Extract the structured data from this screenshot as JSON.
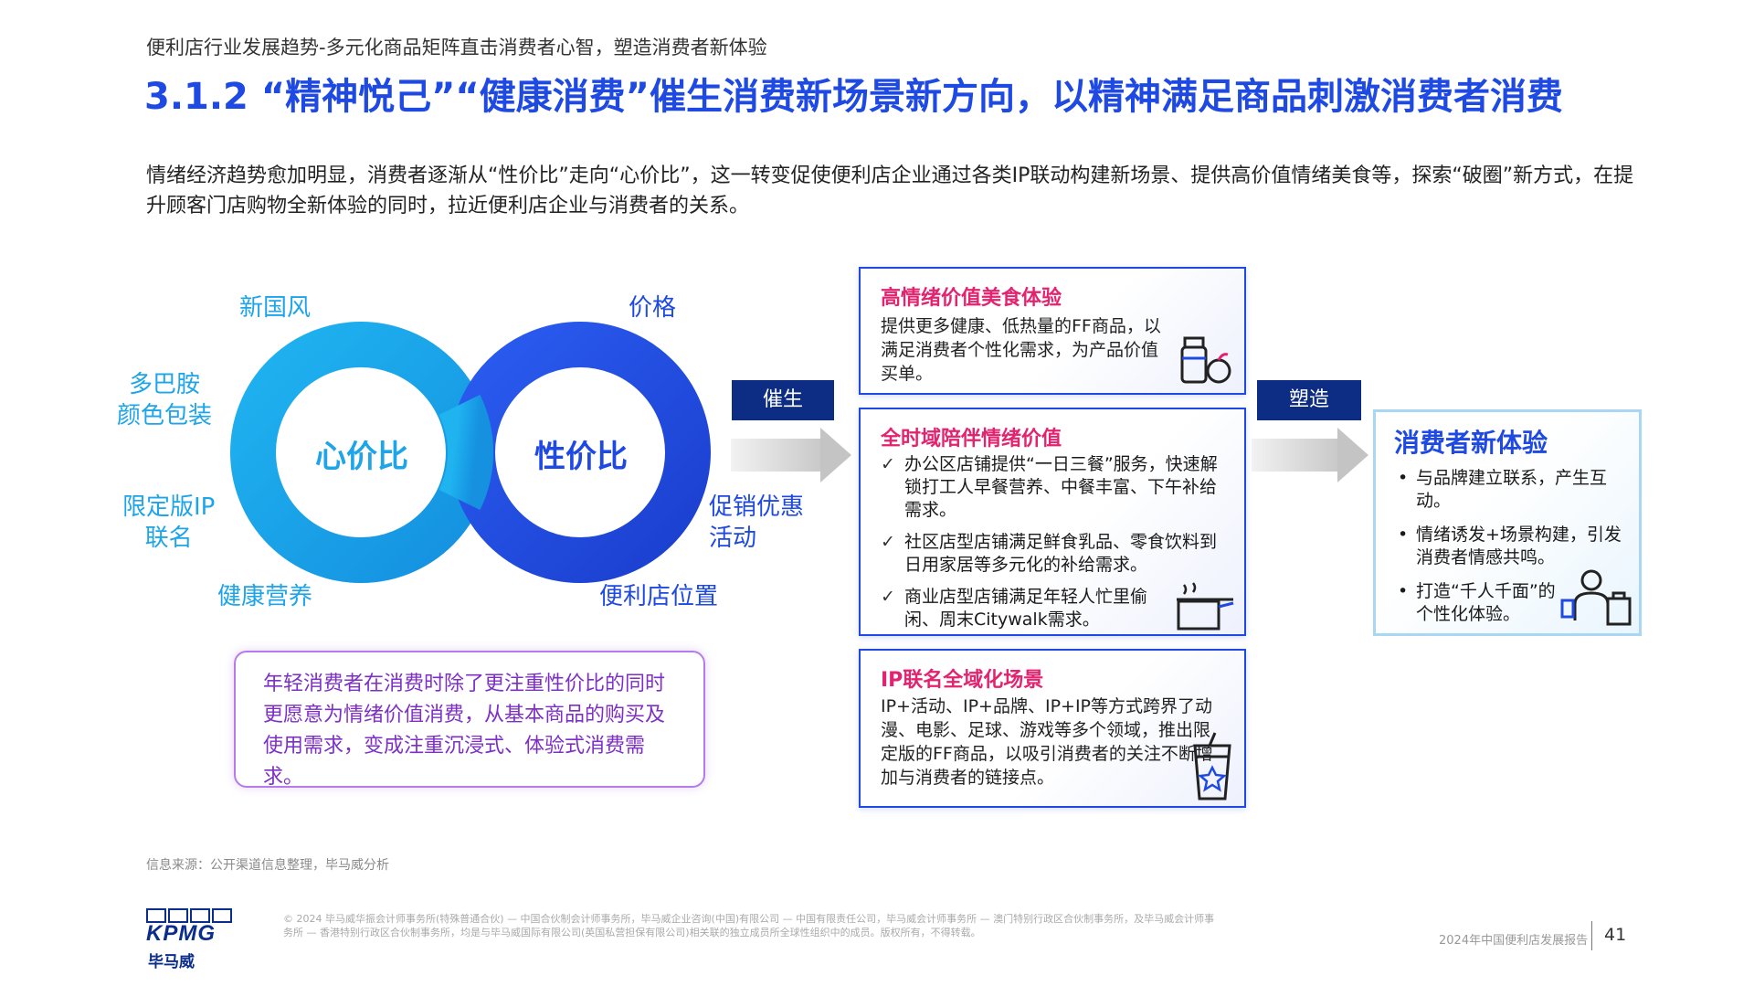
{
  "header": {
    "section": "便利店行业发展趋势-多元化商品矩阵直击消费者心智，塑造消费者新体验",
    "title": "3.1.2 “精神悦己”“健康消费”催生消费新场景新方向，以精神满足商品刺激消费者消费",
    "intro": "情绪经济趋势愈加明显，消费者逐渐从“性价比”走向“心价比”，这一转变促使便利店企业通过各类IP联动构建新场景、提供高价值情绪美食等，探索“破圈”新方式，在提升顾客门店购物全新体验的同时，拉近便利店企业与消费者的关系。"
  },
  "infinity": {
    "left_center": "心价比",
    "right_center": "性价比",
    "left_keywords": [
      "新国风",
      "多巴胺\n颜色包装",
      "限定版IP\n联名",
      "健康营养"
    ],
    "right_keywords": [
      "价格",
      "促销优惠\n活动",
      "便利店位置"
    ],
    "note": "年轻消费者在消费时除了更注重性价比的同时更愿意为情绪价值消费，从基本商品的购买及使用需求，变成注重沉浸式、体验式消费需求。",
    "colors": {
      "left_ring": "#1ea4e9",
      "right_ring": "#1e49e2"
    }
  },
  "arrows": {
    "first_tag": "催生",
    "second_tag": "塑造"
  },
  "cards": [
    {
      "title": "高情绪价值美食体验",
      "text": "提供更多健康、低热量的FF商品，以满足消费者个性化需求，为产品价值买单。",
      "icon": "healthy-food-icon"
    },
    {
      "title": "全时域陪伴情绪价值",
      "items": [
        "办公区店铺提供“一日三餐”服务，快速解锁打工人早餐营养、中餐丰富、下午补给需求。",
        "社区店型店铺满足鲜食乳品、零食饮料到日用家居等多元化的补给需求。",
        "商业店型店铺满足年轻人忙里偷闲、周末Citywalk需求。"
      ],
      "icon": "cooking-pot-icon"
    },
    {
      "title": "IP联名全域化场景",
      "text": "IP+活动、IP+品牌、IP+IP等方式跨界了动漫、电影、足球、游戏等多个领域，推出限定版的FF商品，以吸引消费者的关注不断增加与消费者的链接点。",
      "icon": "drink-cup-icon"
    }
  ],
  "result": {
    "title": "消费者新体验",
    "items": [
      "与品牌建立联系，产生互动。",
      "情绪诱发+场景构建，引发消费者情感共鸣。",
      "打造“千人千面”的个性化体验。"
    ],
    "icon": "shopper-icon"
  },
  "footer": {
    "source": "信息来源：公开渠道信息整理，毕马威分析",
    "legal": "© 2024 毕马威华振会计师事务所(特殊普通合伙) — 中国合伙制会计师事务所，毕马威企业咨询(中国)有限公司 — 中国有限责任公司，毕马威会计师事务所 — 澳门特别行政区合伙制事务所，及毕马威会计师事务所 — 香港特别行政区合伙制事务所，均是与毕马威国际有限公司(英国私营担保有限公司)相关联的独立成员所全球性组织中的成员。版权所有，不得转载。",
    "report": "2024年中国便利店发展报告",
    "page": "41",
    "logo_text": "KPMG",
    "logo_cn": "毕马威"
  }
}
